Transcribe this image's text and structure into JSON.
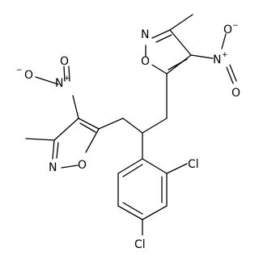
{
  "molecule": {
    "atoms": {
      "N_ring_top": "N",
      "O_ring_top": "O",
      "N_nitro_top": "N",
      "nitro_top_plus": "+",
      "O_nitro_top_a": "O",
      "O_nitro_top_a_minus": "−",
      "O_nitro_top_b": "O",
      "N_nitro_left": "N",
      "nitro_left_plus": "+",
      "O_nitro_left_a": "O",
      "O_nitro_left_a_minus": "−",
      "O_nitro_left_b": "O",
      "N_ring_left": "N",
      "O_ring_left": "O",
      "Cl_ortho": "Cl",
      "Cl_para": "Cl"
    }
  }
}
